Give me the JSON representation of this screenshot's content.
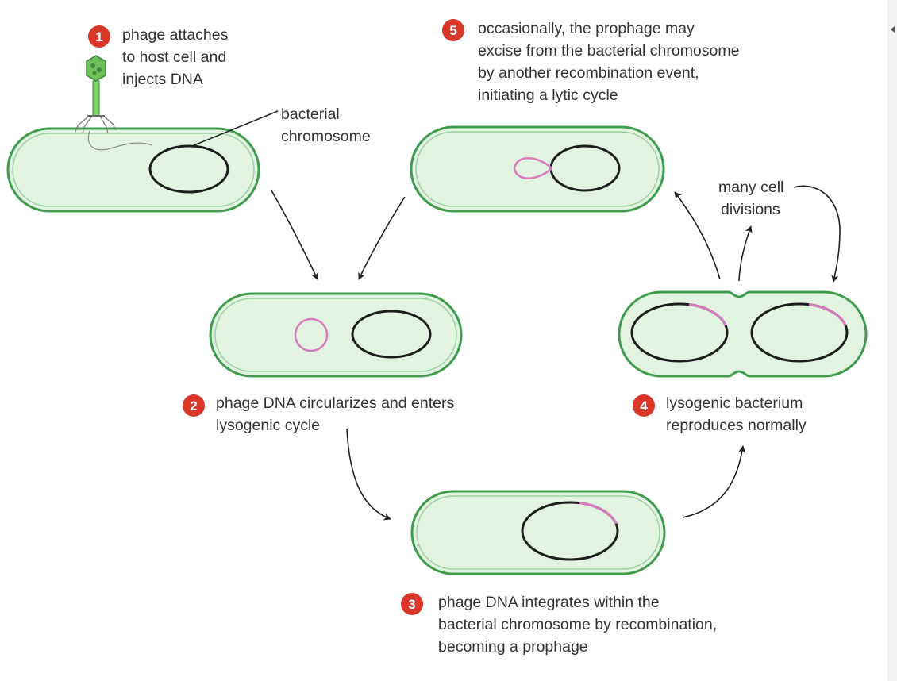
{
  "steps": [
    {
      "number": "1",
      "lines": [
        "phage attaches",
        "to host cell and",
        "injects DNA"
      ]
    },
    {
      "number": "2",
      "lines": [
        "phage DNA circularizes and enters",
        "lysogenic cycle"
      ]
    },
    {
      "number": "3",
      "lines": [
        "phage DNA integrates within the",
        "bacterial chromosome by recombination,",
        "becoming a prophage"
      ]
    },
    {
      "number": "4",
      "lines": [
        "lysogenic bacterium",
        "reproduces normally"
      ]
    },
    {
      "number": "5",
      "lines": [
        "occasionally, the prophage may",
        "excise from the bacterial chromosome",
        "by another recombination event,",
        "initiating a lytic cycle"
      ]
    }
  ],
  "labels": {
    "bacterial_chromosome": [
      "bacterial",
      "chromosome"
    ],
    "many_cell_divisions": [
      "many cell",
      "divisions"
    ]
  },
  "colors": {
    "badge": "#d9372a",
    "cell_fill": "#e2f3e2",
    "cell_outline": "#3f9c4c",
    "chromosome": "#1d1d1d",
    "phage_dna": "#d77bbf",
    "phage_head": "#6dbf5a"
  }
}
